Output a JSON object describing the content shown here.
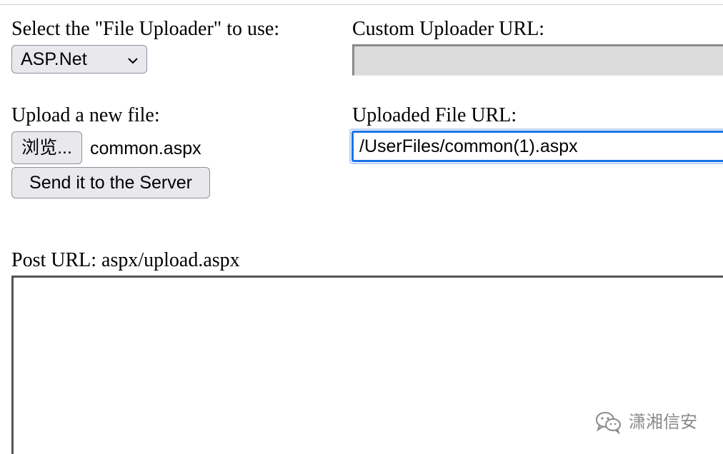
{
  "uploader_select": {
    "label": "Select the \"File Uploader\" to use:",
    "selected": "ASP.Net"
  },
  "custom_uploader": {
    "label": "Custom Uploader URL:",
    "value": ""
  },
  "upload_file": {
    "label": "Upload a new file:",
    "browse_label": "浏览...",
    "file_name": "common.aspx",
    "send_label": "Send it to the Server"
  },
  "uploaded_url": {
    "label": "Uploaded File URL:",
    "value": "/UserFiles/common(1).aspx"
  },
  "post": {
    "label": "Post URL: aspx/upload.aspx",
    "content": ""
  },
  "watermark": {
    "text": "潇湘信安",
    "icon": "wechat-icon"
  }
}
